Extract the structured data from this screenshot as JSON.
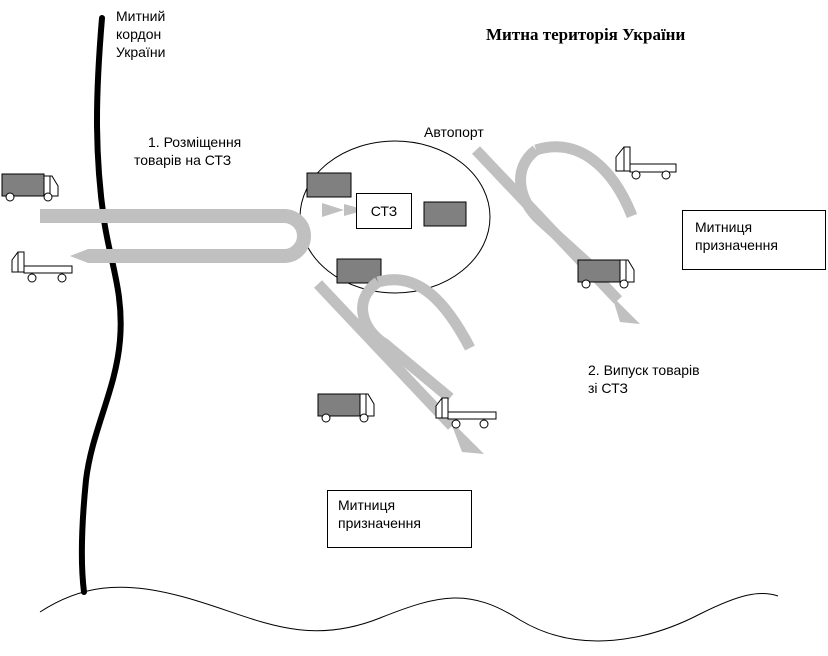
{
  "title": "Митна територія України",
  "border_label": [
    "Митний",
    "кордон",
    "України"
  ],
  "autoport_label": "Автопорт",
  "stz_label": "СТЗ",
  "step1_label": [
    "1. Розміщення",
    "товарів на СТЗ"
  ],
  "step2_label": [
    "2. Випуск товарів",
    "зі СТЗ"
  ],
  "destination_customs_right": [
    "Митниця",
    "призначення"
  ],
  "destination_customs_bottom": [
    "Митниця",
    "призначення"
  ],
  "colors": {
    "arrow": "#c0c0c0",
    "truck_cargo": "#808080",
    "truck_outline": "#000000",
    "border_line": "#000000"
  }
}
